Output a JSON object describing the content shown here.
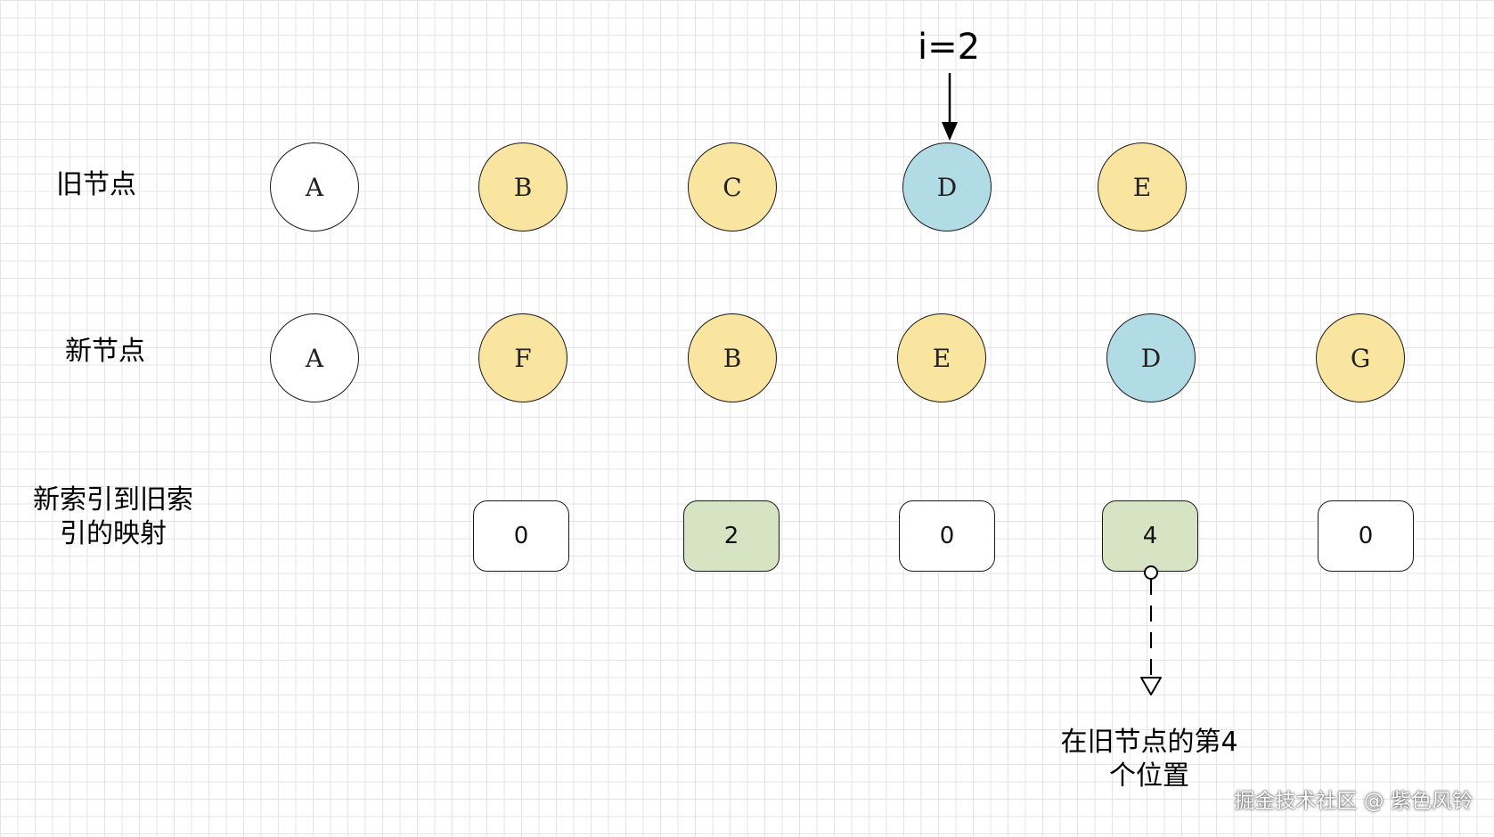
{
  "rows": {
    "old_label": "旧节点",
    "new_label": "新节点",
    "map_label_line1": "新索引到旧索",
    "map_label_line2": "引的映射"
  },
  "pointer": {
    "label": "i=2"
  },
  "old_nodes": [
    {
      "label": "A",
      "fill": "#ffffff"
    },
    {
      "label": "B",
      "fill": "#fae5a0"
    },
    {
      "label": "C",
      "fill": "#fae5a0"
    },
    {
      "label": "D",
      "fill": "#b1dce5"
    },
    {
      "label": "E",
      "fill": "#fae5a0"
    }
  ],
  "new_nodes": [
    {
      "label": "A",
      "fill": "#ffffff"
    },
    {
      "label": "F",
      "fill": "#fae5a0"
    },
    {
      "label": "B",
      "fill": "#fae5a0"
    },
    {
      "label": "E",
      "fill": "#fae5a0"
    },
    {
      "label": "D",
      "fill": "#b1dce5"
    },
    {
      "label": "G",
      "fill": "#fae5a0"
    }
  ],
  "map_boxes": [
    {
      "value": "0",
      "fill": "#ffffff"
    },
    {
      "value": "2",
      "fill": "#d6e4c4"
    },
    {
      "value": "0",
      "fill": "#ffffff"
    },
    {
      "value": "4",
      "fill": "#d6e4c4"
    },
    {
      "value": "0",
      "fill": "#ffffff"
    }
  ],
  "note": {
    "line1": "在旧节点的第4",
    "line2": "个位置"
  },
  "watermark": "掘金技术社区 @ 紫色风铃"
}
